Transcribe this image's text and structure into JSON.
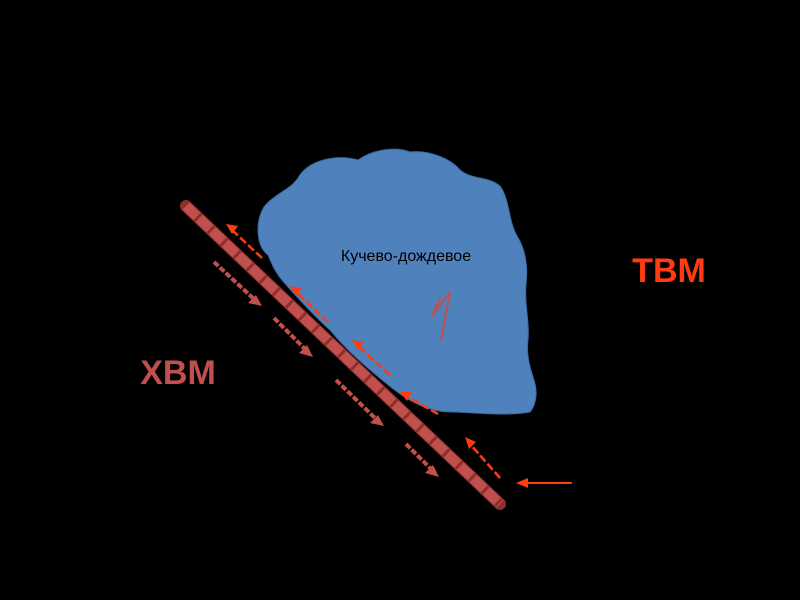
{
  "cloud": {
    "label": "Кучево-дождевое",
    "fill": "#4f81bd",
    "stroke": "#3a6aa3"
  },
  "cold_air_mass": {
    "label": "ХВМ",
    "color": "#c0504d"
  },
  "warm_air_mass": {
    "label": "ТВМ",
    "color": "#ff3b10"
  },
  "lightning": {
    "color": "#c0504d"
  },
  "front_line": {
    "color": "#c0504d",
    "edge": "#8f2f2c"
  },
  "arrows": {
    "cold_color": "#c0504d",
    "warm_color": "#ff3b10"
  }
}
